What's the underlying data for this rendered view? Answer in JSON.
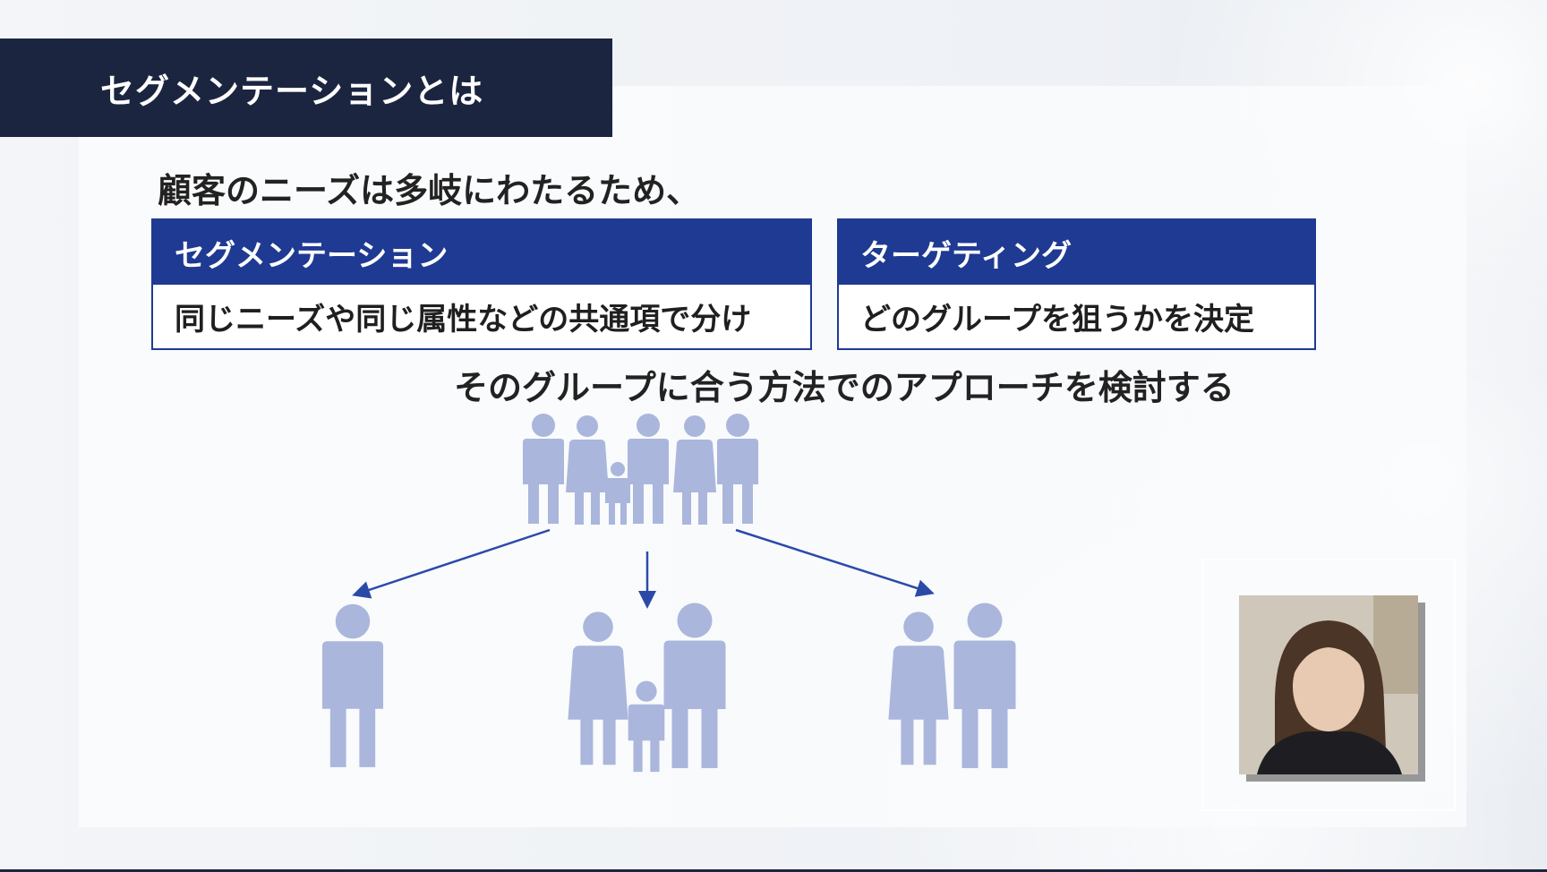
{
  "slide": {
    "title": "セグメンテーションとは",
    "lead": "顧客のニーズは多岐にわたるため、",
    "segmentation": {
      "heading": "セグメンテーション",
      "description": "同じニーズや同じ属性などの共通項で分け"
    },
    "targeting": {
      "heading": "ターゲティング",
      "description": "どのグループを狙うかを決定"
    },
    "follow_up": "そのグループに合う方法でのアプローチを検討する"
  },
  "colors": {
    "title_bar": "#1c2540",
    "accent_blue": "#1f3a93",
    "figure": "#aab6dc",
    "arrow": "#2b4aa8"
  },
  "icons": {
    "person": "person-icon",
    "arrow": "arrow-icon"
  }
}
